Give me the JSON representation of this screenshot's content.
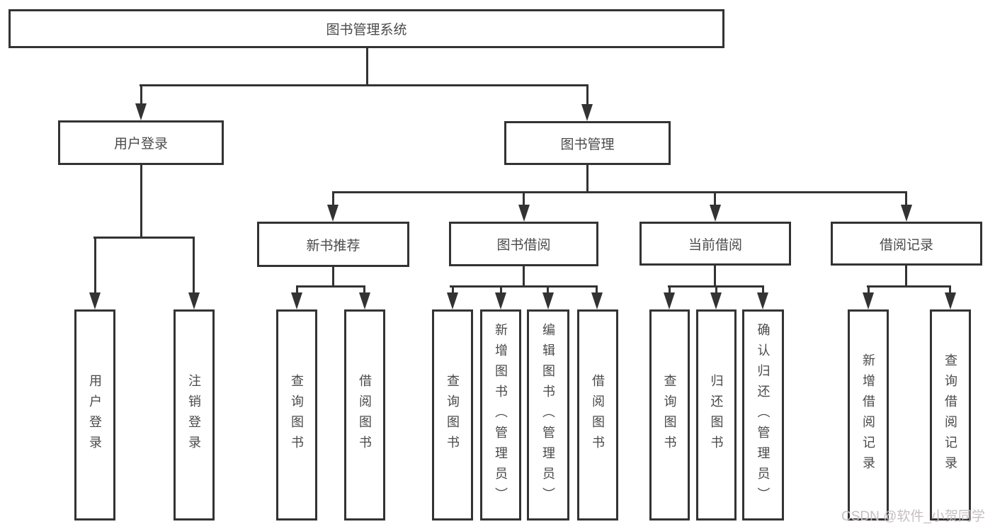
{
  "colors": {
    "line": "#333333",
    "text": "#4a4a4a",
    "background": "#ffffff",
    "watermark": "#c6bfbf"
  },
  "diagram": {
    "type": "hierarchy-tree",
    "root": "图书管理系统",
    "branches": [
      {
        "label": "用户登录",
        "children": [
          {
            "label": "用户登录"
          },
          {
            "label": "注销登录"
          }
        ]
      },
      {
        "label": "图书管理",
        "children": [
          {
            "label": "新书推荐",
            "children": [
              {
                "label": "查询图书"
              },
              {
                "label": "借阅图书"
              }
            ]
          },
          {
            "label": "图书借阅",
            "children": [
              {
                "label": "查询图书"
              },
              {
                "label": "新增图书（管理员）"
              },
              {
                "label": "编辑图书（管理员）"
              },
              {
                "label": "借阅图书"
              }
            ]
          },
          {
            "label": "当前借阅",
            "children": [
              {
                "label": "查询图书"
              },
              {
                "label": "归还图书"
              },
              {
                "label": "确认归还（管理员）"
              }
            ]
          },
          {
            "label": "借阅记录",
            "children": [
              {
                "label": "新增借阅记录"
              },
              {
                "label": "查询借阅记录"
              }
            ]
          }
        ]
      }
    ]
  },
  "watermark": {
    "text": "CSDN @软件_小贺同学"
  }
}
